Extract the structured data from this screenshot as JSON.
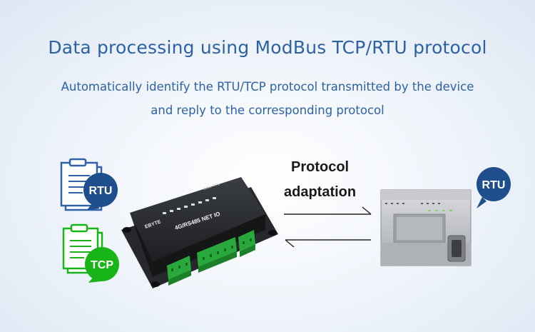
{
  "header": {
    "title": "Data processing using ModBus TCP/RTU protocol",
    "subtitle_line1": "Automatically identify the RTU/TCP protocol transmitted by the device",
    "subtitle_line2": "and reply to the corresponding protocol"
  },
  "middle": {
    "label_line1": "Protocol",
    "label_line2": "adaptation"
  },
  "left_docs": {
    "rtu_badge": "RTU",
    "tcp_badge": "TCP",
    "rtu_color": "#1e4e8c",
    "tcp_color": "#18b418"
  },
  "device": {
    "brand": "EBYTE",
    "model_label": "4G/RS485 NET IO",
    "side_label": "E851-RTU"
  },
  "plc": {
    "badge": "RTU",
    "badge_color": "#1e4e8c"
  },
  "icons": [
    "document-icon",
    "chat-bubble-icon",
    "arrow-right-icon",
    "arrow-left-icon"
  ]
}
